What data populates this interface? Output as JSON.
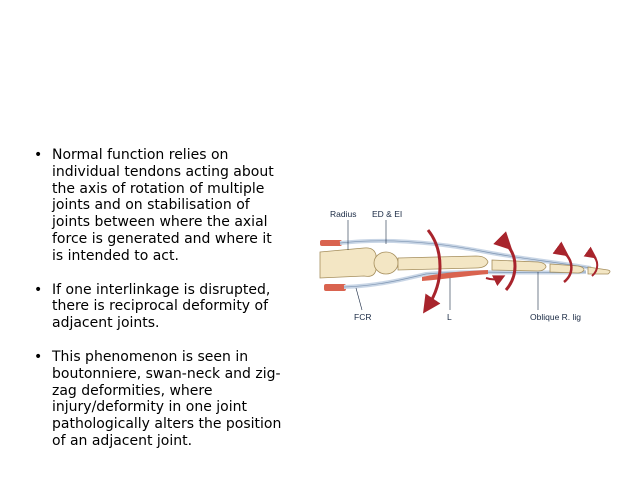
{
  "bullets": [
    "Normal function relies on individual tendons acting about the axis of rotation of multiple joints and on stabilisation of joints between where the axial force is generated and where it is intended to act.",
    "If one interlinkage is disrupted, there is reciprocal deformity of adjacent joints.",
    "This phenomenon is seen in boutonniere, swan-neck and zig-zag deformities, where injury/deformity in one joint pathologically alters the position of an adjacent joint."
  ],
  "bullet_symbol": "•",
  "figure": {
    "labels": {
      "radius": "Radius",
      "ed_ei": "ED & EI",
      "fcr": "FCR",
      "l": "L",
      "oblique": "Oblique R. lig"
    },
    "colors": {
      "bone": "#f3e6c4",
      "tendon": "#c9d6e6",
      "muscle": "#d9634f",
      "arrow": "#a8242c",
      "label": "#1a2a44"
    }
  }
}
